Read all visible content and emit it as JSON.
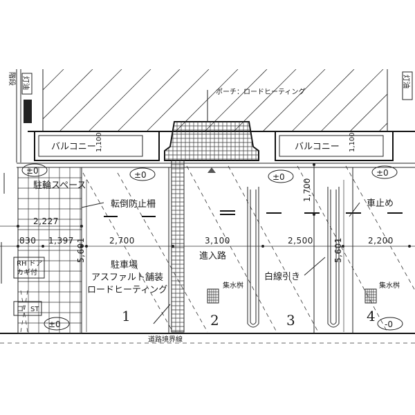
{
  "labels": {
    "porch": "ポーチ：ロードヒーティング",
    "balcony_left": "バルコニー",
    "balcony_right": "バルコニー",
    "balcony_depth_left": "1,100",
    "balcony_depth_right": "1,100",
    "bicycle_space": "駐輪スペース",
    "fall_prevention_fence": "転倒防止柵",
    "car_stop": "車止め",
    "parking_lot": "駐車場",
    "asphalt_paving": "アスファルト舗装",
    "road_heating": "ロードヒーティング",
    "approach_road": "進入路",
    "white_line": "白線引き",
    "catch_basin_center": "集水桝",
    "catch_basin_right": "集水桝",
    "lamp": "灯油",
    "stairs": "階段",
    "door_key_left": "RH ドア",
    "door_key_left2": "カギ付",
    "door_key_left3": "ロ゛ST",
    "top_right_tag": "灯油",
    "bottom_road": "道路境界線",
    "level_pm0": "±0",
    "level_minus0": "-0",
    "width_1700": "1,700"
  },
  "dimensions": {
    "row1": [
      "2,227"
    ],
    "row2": [
      "830",
      "1,397",
      "2,700",
      "3,100",
      "2,500",
      "2,200"
    ],
    "depth": [
      "5,601",
      "5,601"
    ]
  },
  "stalls": [
    "1",
    "2",
    "3",
    "4"
  ]
}
